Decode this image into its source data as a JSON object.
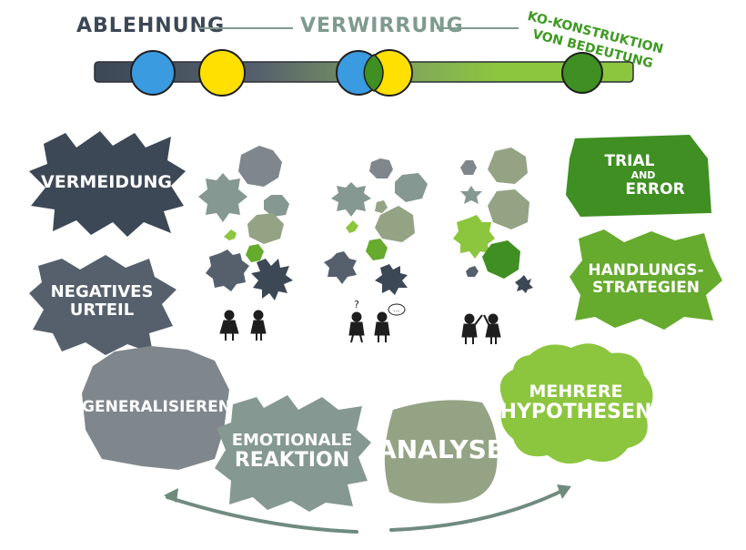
{
  "scale": {
    "left_label": "Ablehnung",
    "middle_label": "Verwirrung",
    "right_label_line1": "Ko-Konstruktion",
    "right_label_line2": "von Bedeutung"
  },
  "colors": {
    "dark_slate": "#3d4856",
    "slate": "#56606d",
    "grey": "#7f878c",
    "grey_green": "#859891",
    "olive_grey": "#93a384",
    "light_green": "#8cc63f",
    "green": "#66aa2e",
    "dark_green": "#3f8f22",
    "blue": "#3a9be0",
    "yellow": "#ffe000"
  },
  "left_shapes": {
    "vermeidung": "Vermeidung",
    "negatives_urteil_line1": "Negatives",
    "negatives_urteil_line2": "Urteil",
    "generalisieren": "Generalisieren",
    "emotionale_reaktion_line1": "Emotionale",
    "emotionale_reaktion_line2": "Reaktion"
  },
  "center_shape": {
    "analyse": "Analyse"
  },
  "right_shapes": {
    "trial_line1": "Trial",
    "trial_line2": "and",
    "trial_line3": "Error",
    "handlungs_line1": "Handlungs-",
    "handlungs_line2": "strategien",
    "mehrere_line1": "Mehrere",
    "mehrere_line2": "Hypothesen"
  },
  "figure_marks": {
    "question_mark": "?",
    "dots": "..."
  }
}
